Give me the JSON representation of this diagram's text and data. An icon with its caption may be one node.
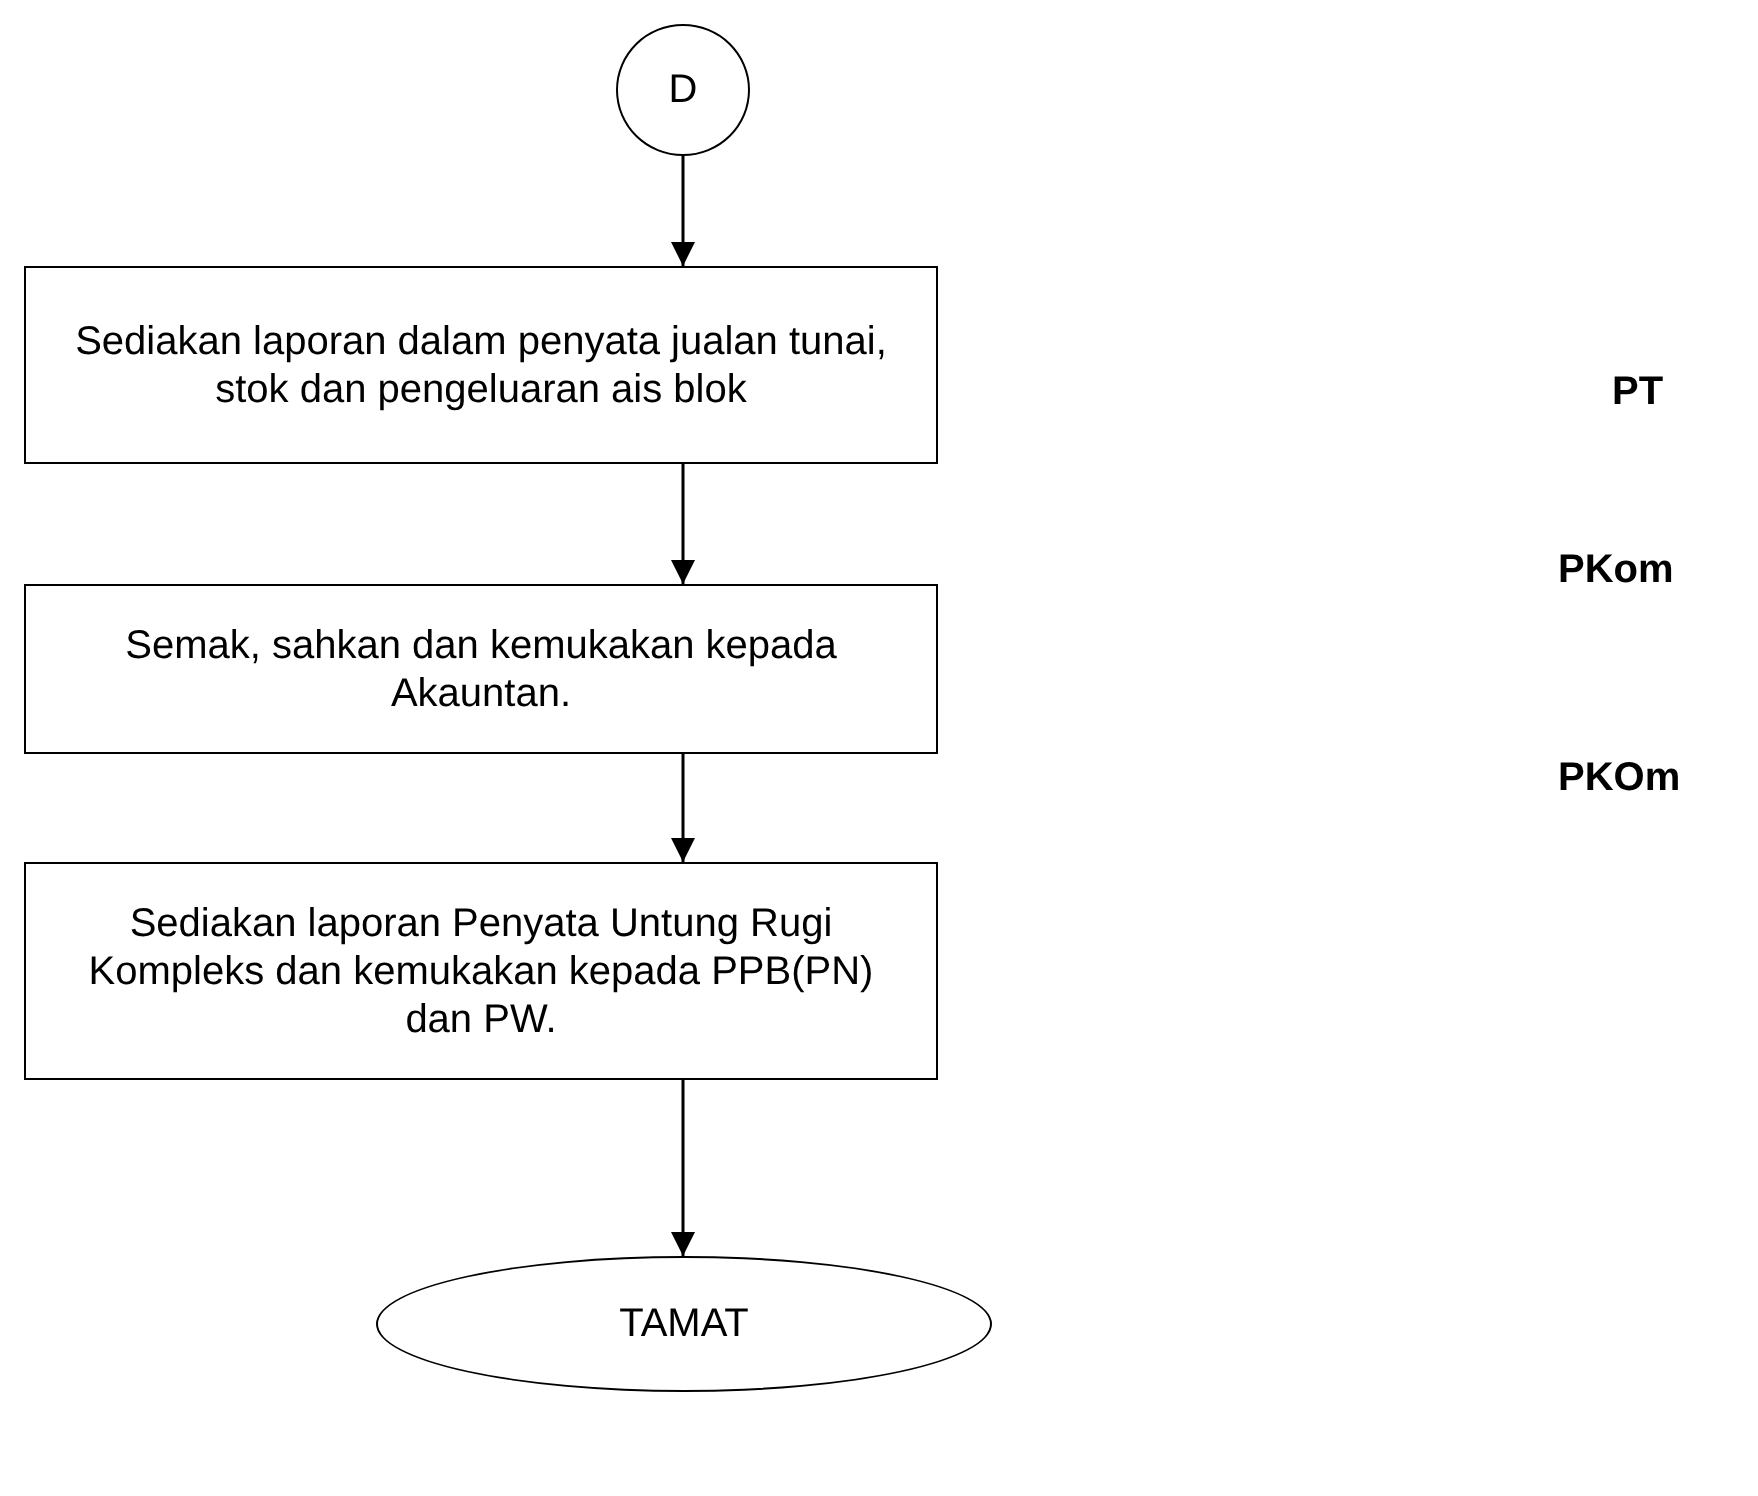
{
  "diagram": {
    "nodes": [
      {
        "text": [
          "D"
        ]
      },
      {
        "text": [
          "Sediakan laporan dalam penyata jualan tunai, stok dan pengeluaran ais blok"
        ]
      },
      {
        "text": [
          "Semak, sahkan dan kemukakan kepada Akauntan."
        ]
      },
      {
        "text": [
          "Sediakan laporan Penyata Untung Rugi Kompleks dan kemukakan kepada PPB(PN) dan PW."
        ]
      },
      {
        "text": [
          "TAMAT"
        ]
      }
    ],
    "edges": [
      {
        "from": 0,
        "to": 1,
        "arrow": "to"
      },
      {
        "from": 1,
        "to": 2,
        "arrow": "to"
      },
      {
        "from": 2,
        "to": 3,
        "arrow": "to"
      },
      {
        "from": 3,
        "to": 4,
        "arrow": "to"
      }
    ],
    "labels": [
      "PT",
      "PKom",
      "PKOm"
    ]
  }
}
